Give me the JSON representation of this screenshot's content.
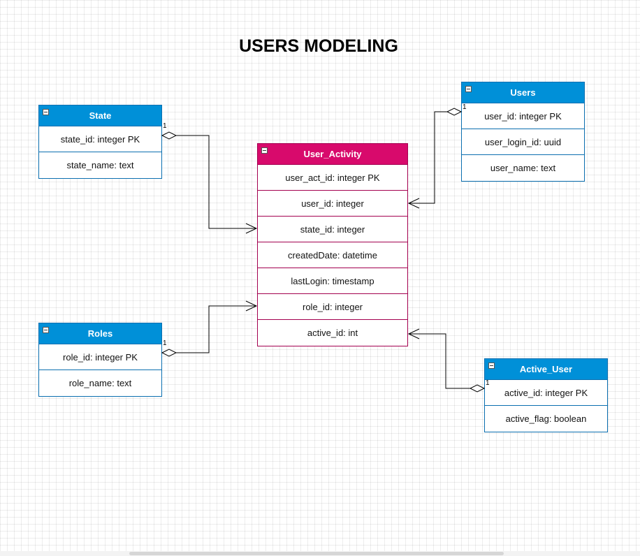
{
  "title": "USERS MODELING",
  "colors": {
    "entity_header": "#0090d8",
    "main_entity_header": "#d80a6c",
    "connector": "#000000"
  },
  "entities": {
    "state": {
      "name": "State",
      "fields": [
        "state_id: integer PK",
        "state_name: text"
      ]
    },
    "users": {
      "name": "Users",
      "fields": [
        "user_id: integer PK",
        "user_login_id: uuid",
        "user_name: text"
      ]
    },
    "user_activity": {
      "name": "User_Activity",
      "fields": [
        "user_act_id: integer PK",
        "user_id: integer",
        "state_id: integer",
        "createdDate: datetime",
        "lastLogin: timestamp",
        "role_id: integer",
        "active_id: int"
      ]
    },
    "roles": {
      "name": "Roles",
      "fields": [
        "role_id: integer PK",
        "role_name: text"
      ]
    },
    "active_user": {
      "name": "Active_User",
      "fields": [
        "active_id: integer PK",
        "active_flag: boolean"
      ]
    }
  },
  "relations": [
    {
      "from": "State.state_id",
      "to": "User_Activity.state_id",
      "multiplicity": "1"
    },
    {
      "from": "Users.user_id",
      "to": "User_Activity.user_id",
      "multiplicity": "1"
    },
    {
      "from": "Roles.role_id",
      "to": "User_Activity.role_id",
      "multiplicity": "1"
    },
    {
      "from": "Active_User.active_id",
      "to": "User_Activity.active_id",
      "multiplicity": "1"
    }
  ]
}
